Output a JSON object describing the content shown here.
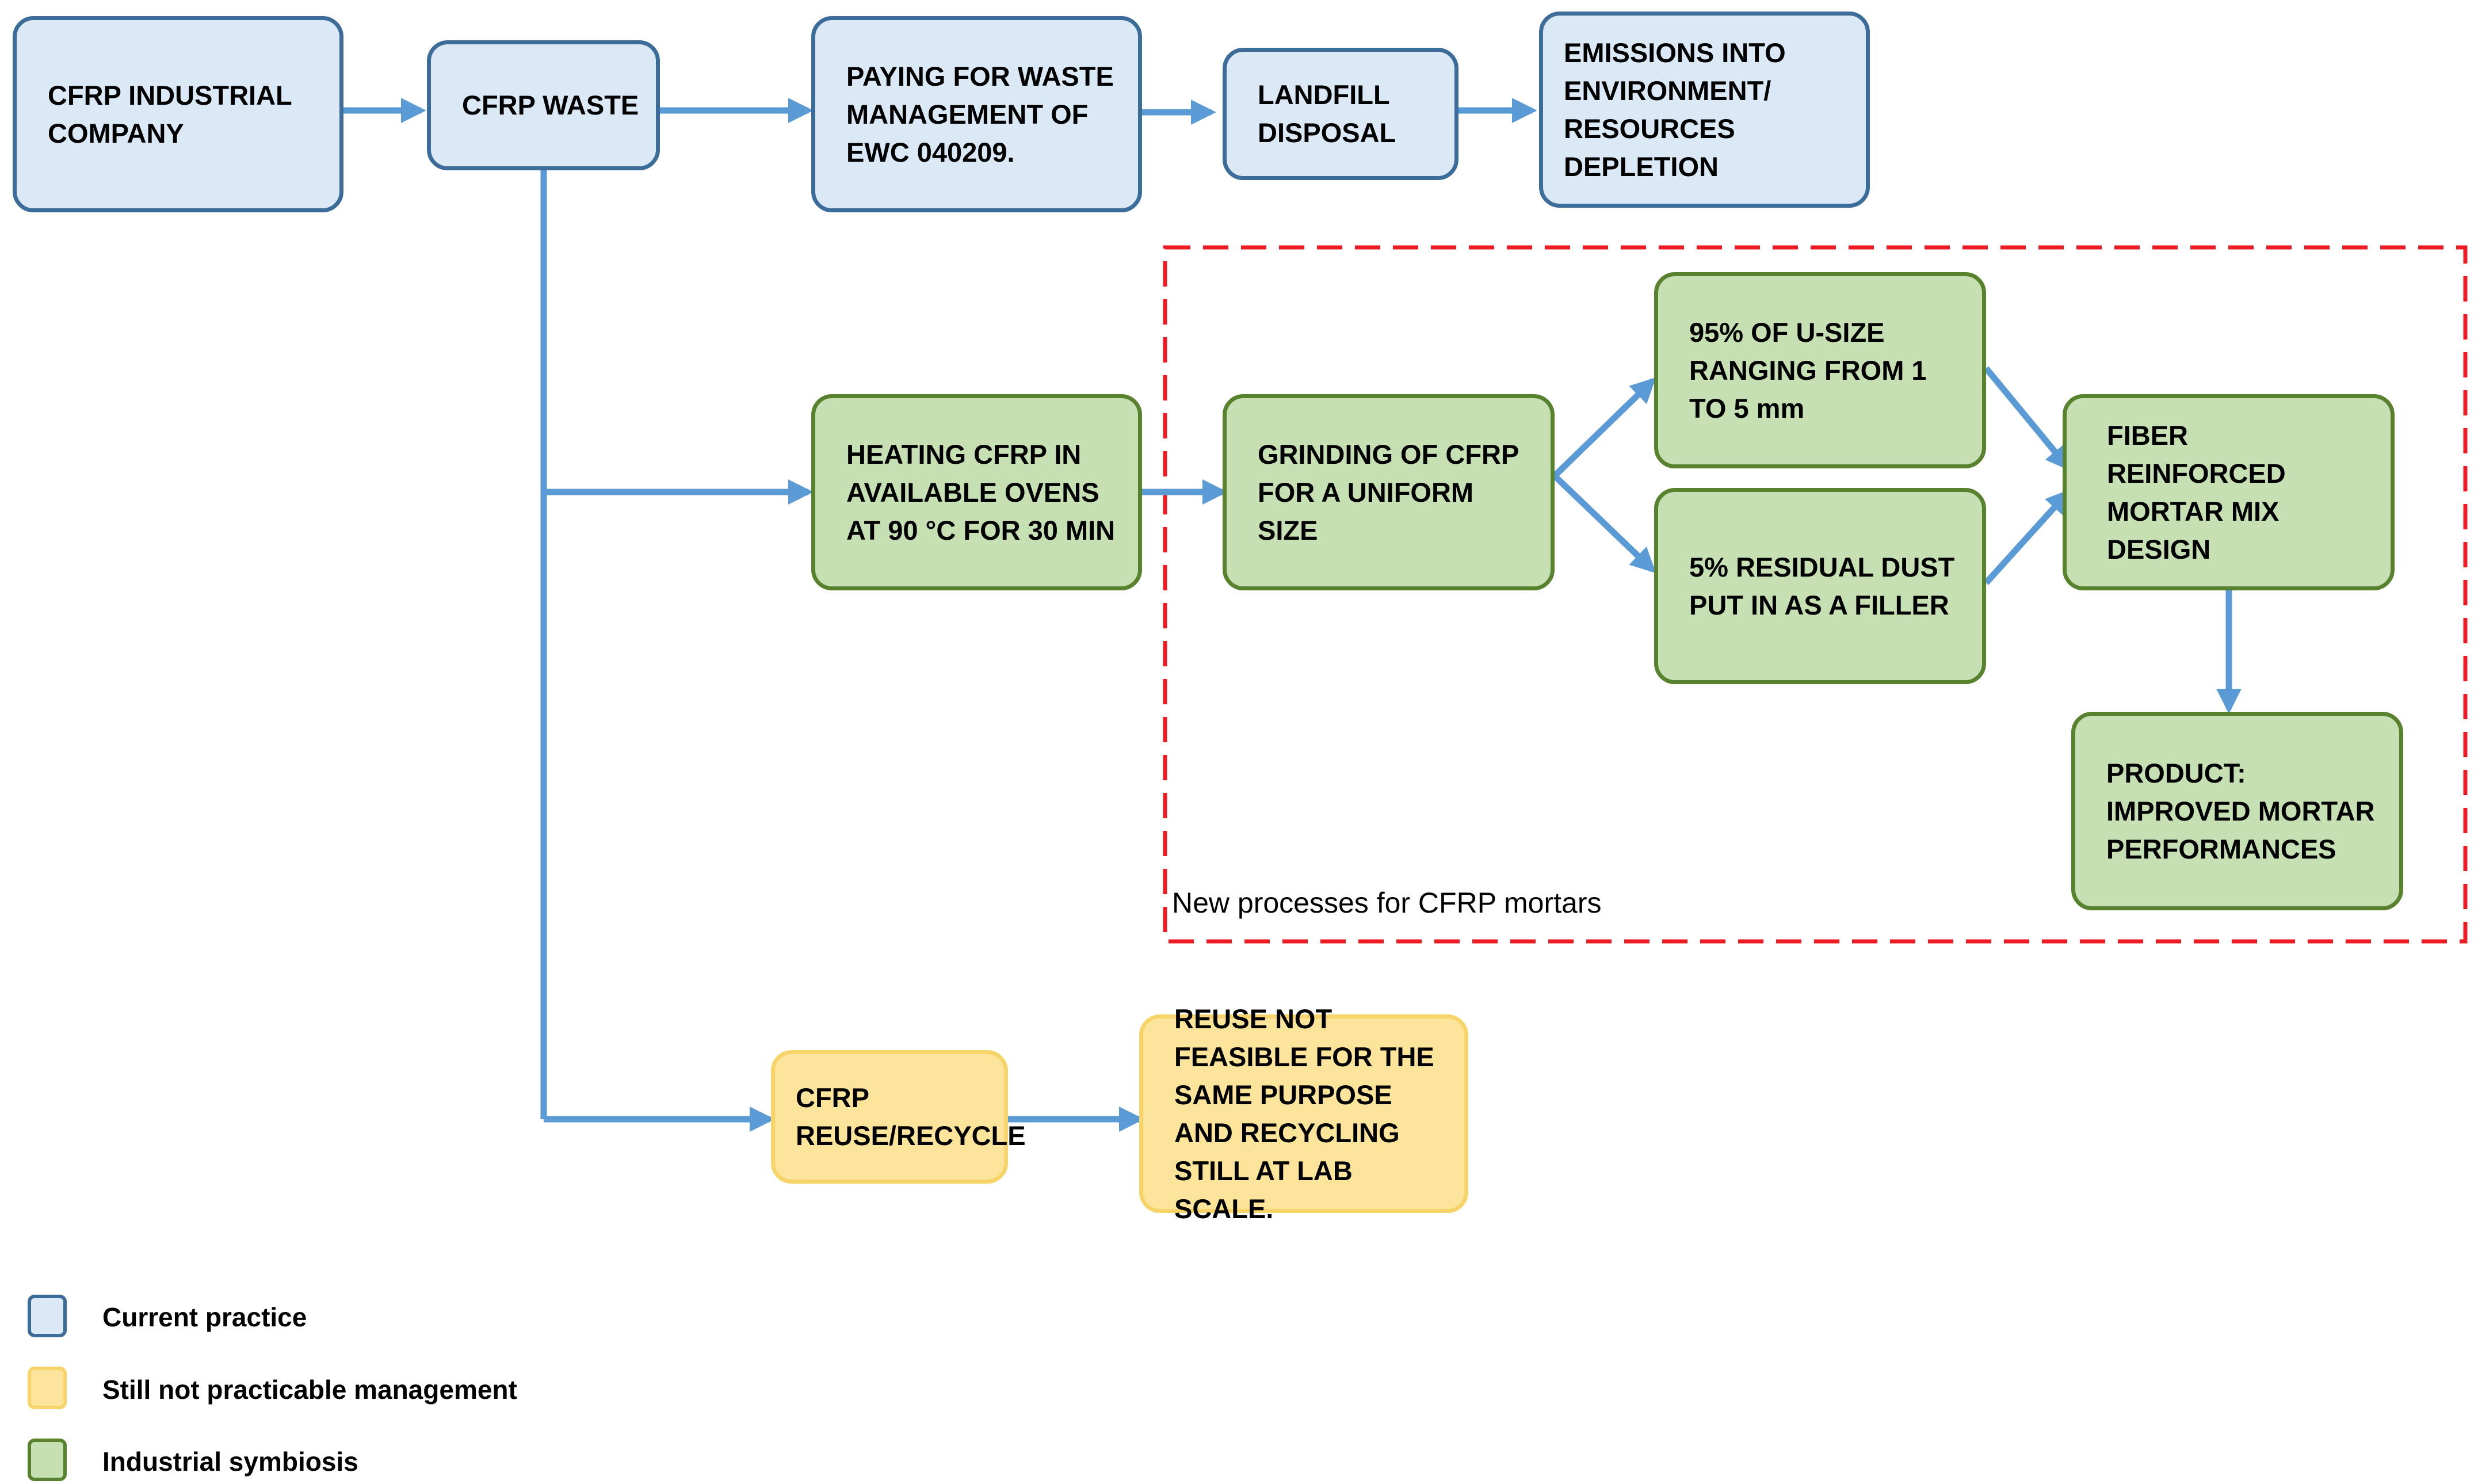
{
  "colors": {
    "current_practice_fill": "#dbe8f5",
    "current_practice_border": "#3c6c9a",
    "industrial_symbiosis_fill": "#c6dfb3",
    "industrial_symbiosis_border": "#59822f",
    "not_practicable_fill": "#fde49b",
    "not_practicable_border": "#f6d469",
    "arrow": "#5b9bd5",
    "region_border": "#ed1c24"
  },
  "nodes": {
    "company": "CFRP INDUSTRIAL COMPANY",
    "waste": "CFRP WASTE",
    "paying": "PAYING FOR WASTE MANAGEMENT OF EWC 040209.",
    "landfill": "LANDFILL DISPOSAL",
    "emissions": "EMISSIONS INTO ENVIRONMENT/ RESOURCES DEPLETION",
    "heating": "HEATING CFRP IN AVAILABLE OVENS AT 90 °C FOR 30 MIN",
    "grinding": "GRINDING OF CFRP FOR A UNIFORM SIZE",
    "usize": "95% OF U-SIZE RANGING FROM 1 TO 5 mm",
    "dust": "5% RESIDUAL DUST PUT IN AS A FILLER",
    "fiber": "FIBER REINFORCED MORTAR MIX DESIGN",
    "product": "PRODUCT: IMPROVED MORTAR PERFORMANCES",
    "reuse": "CFRP REUSE/RECYCLE",
    "not_feasible": "REUSE NOT FEASIBLE FOR THE SAME PURPOSE AND RECYCLING STILL AT LAB SCALE."
  },
  "region": {
    "label": "New processes for CFRP mortars"
  },
  "legend": {
    "current_practice": "Current practice",
    "not_practicable": "Still not practicable management",
    "industrial_symbiosis": "Industrial symbiosis"
  }
}
